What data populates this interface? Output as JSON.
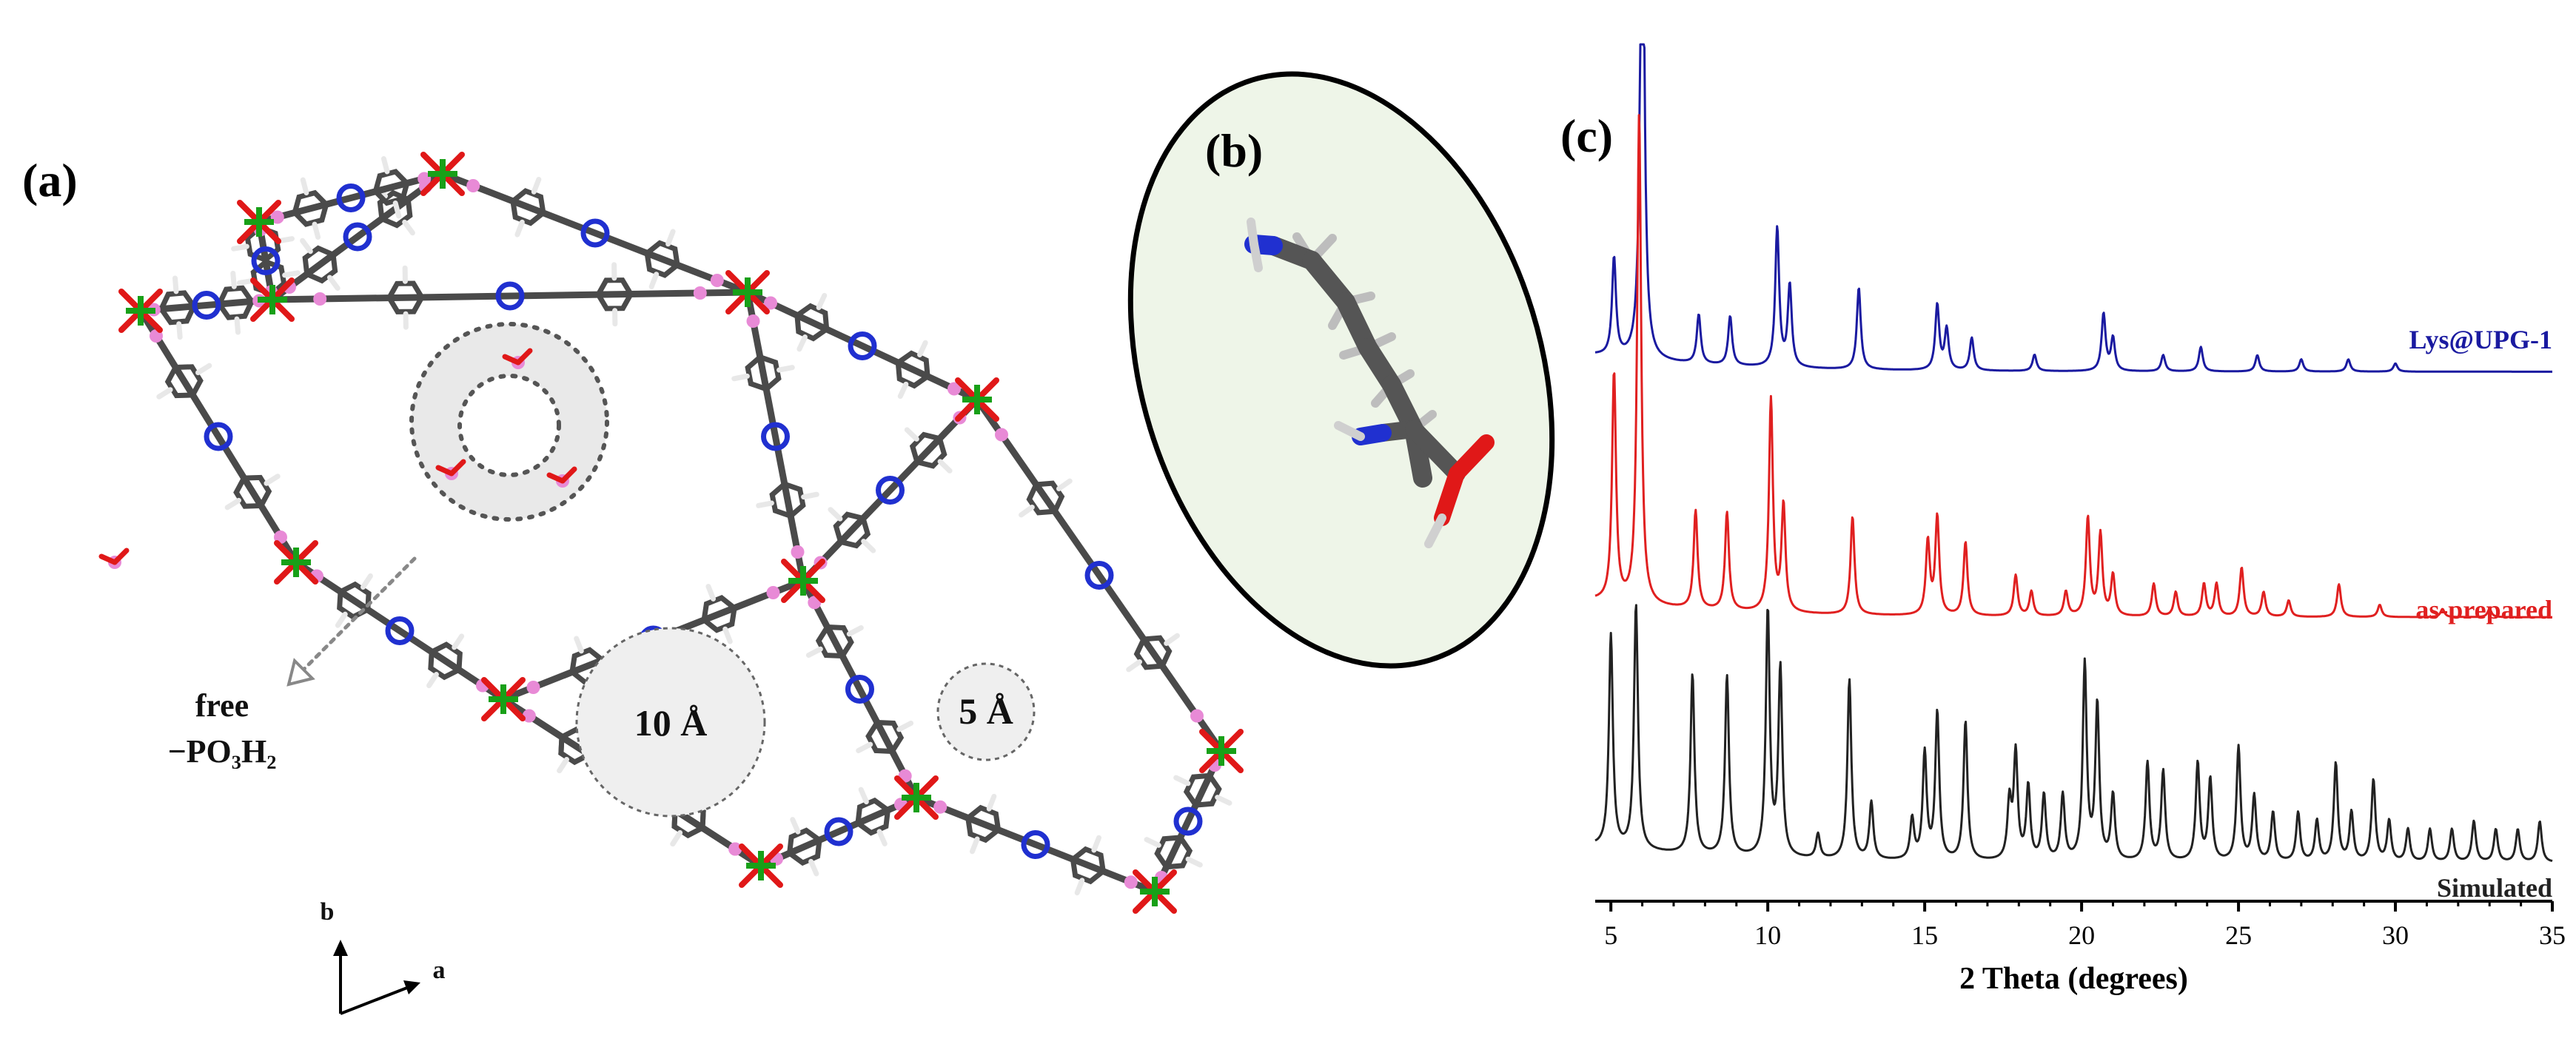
{
  "panels": {
    "a": {
      "label": "(a)",
      "pore_large": "10 Å",
      "pore_small": "5 Å",
      "free_group_line1": "free",
      "free_group_line2": "−PO₃H₂",
      "axis_b": "b",
      "axis_a": "a"
    },
    "b": {
      "label": "(b)"
    },
    "c": {
      "label": "(c)"
    }
  },
  "colors": {
    "carbon": "#4a4a4a",
    "hydrogen": "#e8e8e8",
    "phosphorus": "#e88ad6",
    "oxygen": "#e01818",
    "nitrogen": "#2030d0",
    "metal": "#18a018",
    "lys_upg1": "#1a1aa0",
    "as_prepared": "#e02020",
    "simulated": "#222222",
    "ellipse_fill": "#eef5e8"
  },
  "chart_data": {
    "type": "line",
    "xlabel": "2 Theta (degrees)",
    "xlim": [
      4.5,
      35
    ],
    "xticks": [
      5,
      10,
      15,
      20,
      25,
      30,
      35
    ],
    "ylabel": "",
    "y_axis_shown": false,
    "series": [
      {
        "name": "Lys@UPG-1",
        "color": "#1a1aa0",
        "baseline": 0.6,
        "peaks": [
          [
            5.1,
            0.12
          ],
          [
            6.0,
            0.7
          ],
          [
            7.8,
            0.06
          ],
          [
            8.8,
            0.06
          ],
          [
            10.3,
            0.17
          ],
          [
            10.7,
            0.1
          ],
          [
            12.9,
            0.1
          ],
          [
            15.4,
            0.08
          ],
          [
            15.7,
            0.05
          ],
          [
            16.5,
            0.04
          ],
          [
            18.5,
            0.02
          ],
          [
            20.7,
            0.07
          ],
          [
            21.0,
            0.04
          ],
          [
            22.6,
            0.02
          ],
          [
            23.8,
            0.03
          ],
          [
            25.6,
            0.02
          ],
          [
            27.0,
            0.015
          ],
          [
            28.5,
            0.015
          ],
          [
            30.0,
            0.01
          ]
        ]
      },
      {
        "name": "as-prepared",
        "color": "#e02020",
        "baseline": 0.3,
        "peaks": [
          [
            5.1,
            0.28
          ],
          [
            5.9,
            0.6
          ],
          [
            7.7,
            0.12
          ],
          [
            8.7,
            0.12
          ],
          [
            10.1,
            0.26
          ],
          [
            10.5,
            0.13
          ],
          [
            12.7,
            0.12
          ],
          [
            15.1,
            0.09
          ],
          [
            15.4,
            0.12
          ],
          [
            16.3,
            0.09
          ],
          [
            17.9,
            0.05
          ],
          [
            18.4,
            0.03
          ],
          [
            19.5,
            0.03
          ],
          [
            20.2,
            0.12
          ],
          [
            20.6,
            0.1
          ],
          [
            21.0,
            0.05
          ],
          [
            22.3,
            0.04
          ],
          [
            23.0,
            0.03
          ],
          [
            23.9,
            0.04
          ],
          [
            24.3,
            0.04
          ],
          [
            25.1,
            0.06
          ],
          [
            25.8,
            0.03
          ],
          [
            26.6,
            0.02
          ],
          [
            28.2,
            0.04
          ],
          [
            29.5,
            0.015
          ],
          [
            31.5,
            0.01
          ],
          [
            33.0,
            0.01
          ]
        ]
      },
      {
        "name": "Simulated",
        "color": "#222222",
        "baseline": 0.0,
        "peaks": [
          [
            5.0,
            0.26
          ],
          [
            5.8,
            0.3
          ],
          [
            7.6,
            0.22
          ],
          [
            8.7,
            0.22
          ],
          [
            10.0,
            0.3
          ],
          [
            10.4,
            0.23
          ],
          [
            11.6,
            0.03
          ],
          [
            12.6,
            0.22
          ],
          [
            13.3,
            0.07
          ],
          [
            14.6,
            0.05
          ],
          [
            15.0,
            0.13
          ],
          [
            15.4,
            0.18
          ],
          [
            16.3,
            0.17
          ],
          [
            17.7,
            0.07
          ],
          [
            17.9,
            0.13
          ],
          [
            18.3,
            0.09
          ],
          [
            18.8,
            0.08
          ],
          [
            19.4,
            0.08
          ],
          [
            20.1,
            0.24
          ],
          [
            20.5,
            0.19
          ],
          [
            21.0,
            0.08
          ],
          [
            22.1,
            0.12
          ],
          [
            22.6,
            0.11
          ],
          [
            23.7,
            0.12
          ],
          [
            24.1,
            0.1
          ],
          [
            25.0,
            0.14
          ],
          [
            25.5,
            0.08
          ],
          [
            26.1,
            0.06
          ],
          [
            26.9,
            0.06
          ],
          [
            27.5,
            0.05
          ],
          [
            28.1,
            0.12
          ],
          [
            28.6,
            0.06
          ],
          [
            29.3,
            0.1
          ],
          [
            29.8,
            0.05
          ],
          [
            30.4,
            0.04
          ],
          [
            31.1,
            0.04
          ],
          [
            31.8,
            0.04
          ],
          [
            32.5,
            0.05
          ],
          [
            33.2,
            0.04
          ],
          [
            33.9,
            0.04
          ],
          [
            34.6,
            0.05
          ]
        ]
      }
    ]
  }
}
